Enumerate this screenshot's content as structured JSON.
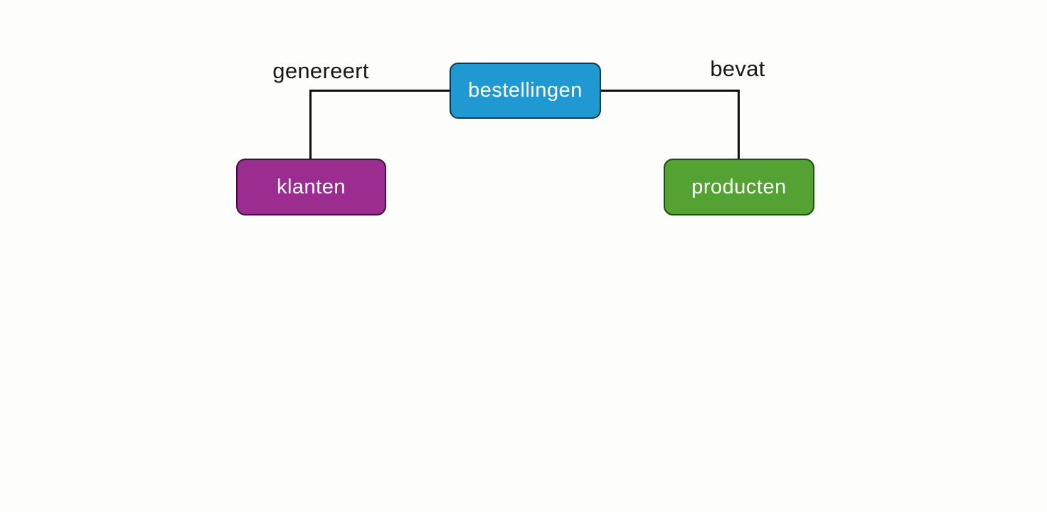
{
  "diagram": {
    "background_color": "#fdfdfb",
    "line_color": "#0d0d0d",
    "label_text_color": "#161616",
    "nodes": [
      {
        "id": "bestellingen",
        "label": "bestellingen",
        "fill": "#2099d2",
        "border": "#173544",
        "text_color": "#ffffff"
      },
      {
        "id": "klanten",
        "label": "klanten",
        "fill": "#9b2d90",
        "border": "#3e1139",
        "text_color": "#ffffff"
      },
      {
        "id": "producten",
        "label": "producten",
        "fill": "#54a231",
        "border": "#1c4d12",
        "text_color": "#ffffff"
      }
    ],
    "edges": [
      {
        "from": "bestellingen",
        "to": "klanten",
        "label": "genereert"
      },
      {
        "from": "bestellingen",
        "to": "producten",
        "label": "bevat"
      }
    ]
  }
}
